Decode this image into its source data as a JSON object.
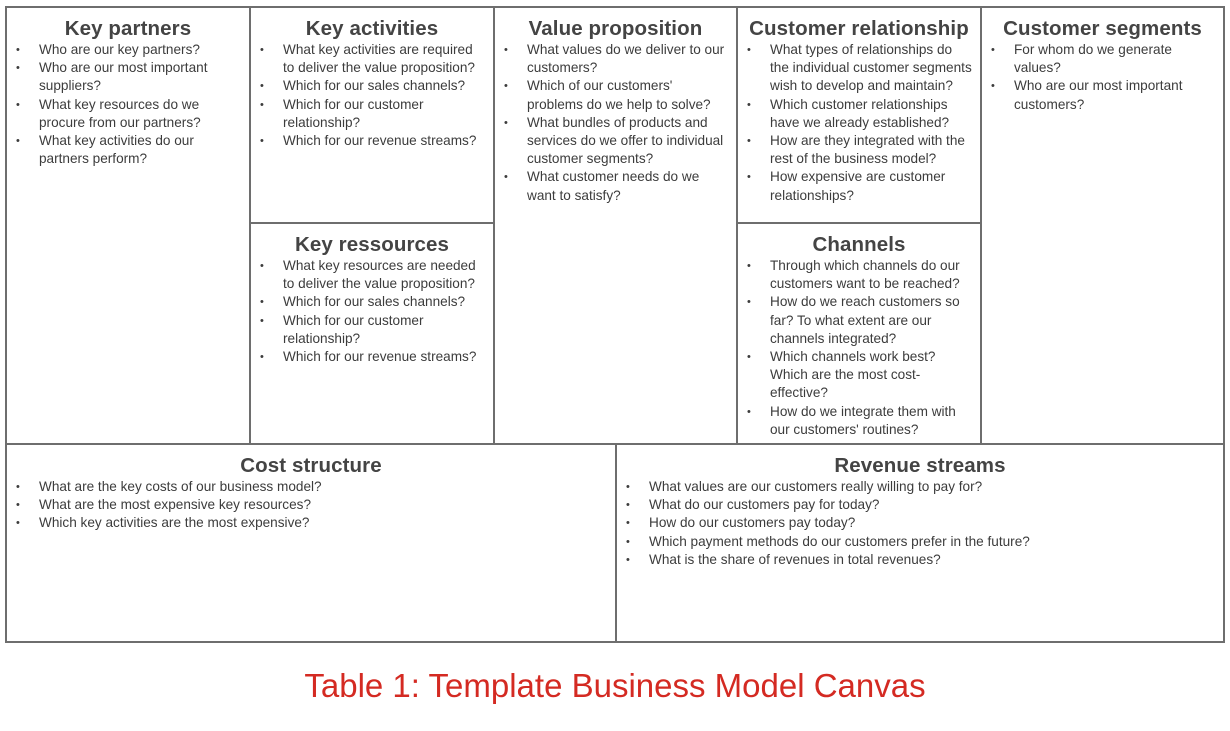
{
  "sections": {
    "key_partners": {
      "title": "Key partners",
      "items": [
        "Who are our key partners?",
        "Who are our most important suppliers?",
        "What key resources do we procure from our partners?",
        "What key activities do our partners perform?"
      ]
    },
    "key_activities": {
      "title": "Key activities",
      "items": [
        "What key activities are required to deliver the value proposition?",
        "Which for our sales channels?",
        "Which for our customer relationship?",
        "Which for our revenue streams?"
      ]
    },
    "key_resources": {
      "title": "Key ressources",
      "items": [
        "What key resources are needed to deliver the value proposition?",
        "Which for our sales channels?",
        "Which for our customer relationship?",
        "Which for our revenue streams?"
      ]
    },
    "value_proposition": {
      "title": "Value proposition",
      "items": [
        "What values do we deliver to our customers?",
        "Which of our customers' problems do we help to solve?",
        "What bundles of products and services do we offer to individual customer segments?",
        "What customer needs do we want to satisfy?"
      ]
    },
    "customer_relationship": {
      "title": "Customer relationship",
      "items": [
        "What types of relationships do the individual customer segments wish to develop and maintain?",
        "Which customer relationships have we already established?",
        "How are they integrated with the rest of the business model?",
        "How expensive are customer relationships?"
      ]
    },
    "channels": {
      "title": "Channels",
      "items": [
        "Through which channels do our customers want to be reached?",
        "How do we reach customers so far? To what extent are our channels integrated?",
        "Which channels work best? Which are the most cost-effective?",
        "How do we integrate them with our customers' routines?"
      ]
    },
    "customer_segments": {
      "title": "Customer segments",
      "items": [
        "For whom do we generate values?",
        "Who are our most important customers?"
      ]
    },
    "cost_structure": {
      "title": "Cost structure",
      "items": [
        "What are the key costs of our business model?",
        "What are the most expensive key resources?",
        "Which key activities are the most expensive?"
      ]
    },
    "revenue_streams": {
      "title": "Revenue streams",
      "items": [
        "What values are our customers really willing to pay for?",
        "What do our customers pay for today?",
        "How do our customers pay today?",
        "Which payment methods do our customers prefer in the future?",
        "What is the share of revenues in total revenues?"
      ]
    }
  },
  "caption": "Table 1: Template Business Model Canvas"
}
